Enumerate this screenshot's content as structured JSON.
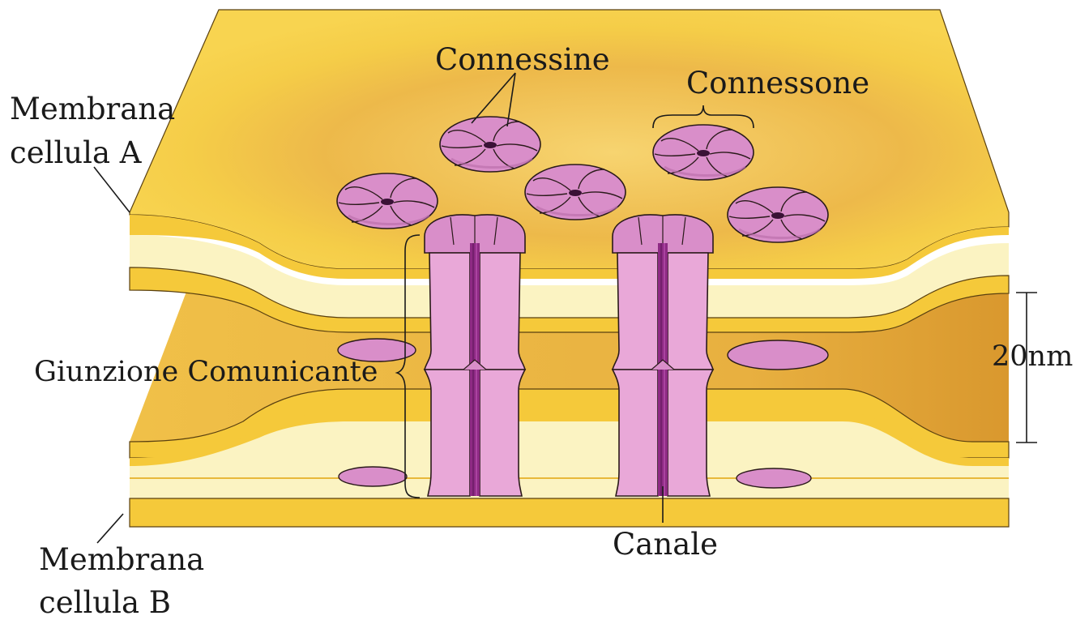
{
  "labels": {
    "connessine": "Connessine",
    "connessone": "Connessone",
    "membrana_a_line1": "Membrana",
    "membrana_a_line2": "cellula A",
    "giunzione": "Giunzione Comunicante",
    "scale": "20nm",
    "canale": "Canale",
    "membrana_b_line1": "Membrana",
    "membrana_b_line2": "cellula B"
  },
  "colors": {
    "membrane_yellow": "#f5c93a",
    "membrane_dark": "#d9a62a",
    "membrane_core": "#fbf3c2",
    "protein_pink": "#d98ec9",
    "protein_light": "#e9a8d8",
    "channel_purple": "#8e2a84",
    "outline": "#2a1a1a"
  }
}
